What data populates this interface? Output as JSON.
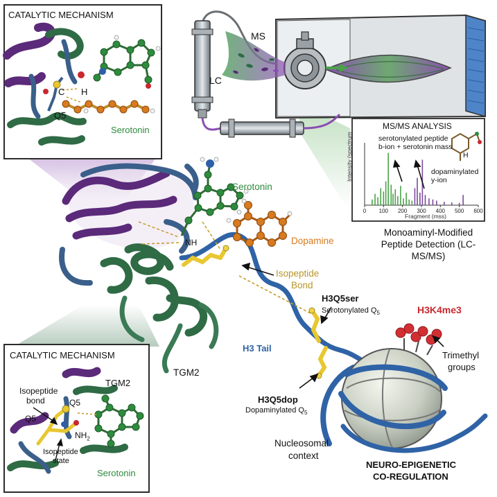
{
  "colors": {
    "protein_purple": "#5b2a7a",
    "protein_green": "#2f6b45",
    "protein_blue": "#3a5f8a",
    "serotonin_green": "#2e8b3e",
    "dopamine_orange": "#d87a1f",
    "tail_blue": "#2f63a6",
    "glutamine_yellow": "#e8c730",
    "h3k4me3_red": "#c8282e",
    "isopeptide_gold": "#b8952a",
    "spectrum_green": "#4aa34a",
    "spectrum_purple": "#7a4a9a",
    "ms_purple": "#8a4fb0"
  },
  "icons": [
    "lc-column-icon",
    "mass-spectrometer-icon",
    "nucleosome-icon",
    "trimethyl-groups-icon"
  ],
  "top_inset": {
    "title": "CATALYTIC MECHANISM",
    "atom_c": "C",
    "atom_h": "H",
    "residue": "Q5",
    "molecule": "Serotonin"
  },
  "instrument": {
    "ms_label": "MS",
    "lc_label": "LC"
  },
  "msms": {
    "title": "MS/MS ANALYSIS",
    "note_serotonylated_line1": "serotonylated peptide",
    "note_serotonylated_line2": "b-ion + serotonin mass",
    "note_dopaminylated_line1": "dopaminylated",
    "note_dopaminylated_line2": "y-ion",
    "struct_h": "H",
    "ylabel": "Intensity (spectrum",
    "xlabel": "Fragment (mss)"
  },
  "detection_caption": {
    "line1": "Monoaminyl-Modified",
    "line2": "Peptide Detection (LC-",
    "line3": "MS/MS)"
  },
  "main": {
    "serotonin": "Serotonin",
    "nh": "NH",
    "dopamine": "Dopamine",
    "isopeptide_line1": "Isopeptide",
    "isopeptide_line2": "Bond",
    "h3q5ser": "H3Q5ser",
    "serotonylated": "Serotonylated Q",
    "serotonylated_sub": "5",
    "h3k4me3": "H3K4me3",
    "trimethyl_line1": "Trimethyl",
    "trimethyl_line2": "groups",
    "h3_tail": "H3 Tail",
    "tgm2": "TGM2",
    "h3q5dop": "H3Q5dop",
    "dopaminylated": "Dopaminylated Q",
    "dopaminylated_sub": "5",
    "nucleosomal_line1": "Nucleosomal",
    "nucleosomal_line2": "context",
    "neuro_line1": "NEURO-EPIGENETIC",
    "neuro_line2": "CO-REGULATION"
  },
  "bottom_inset": {
    "title": "CATALYTIC MECHANISM",
    "isopeptide_bond_line1": "Isopeptide",
    "isopeptide_bond_line2": "bond",
    "tgm2": "TGM2",
    "q5_top": "Q5",
    "q5_left": "Q5",
    "nh2": "NH",
    "nh2_sub": "2",
    "isopeptide_state_line1": "Isopeptide",
    "isopeptide_state_line2": "state",
    "serotonin": "Serotonin"
  },
  "chart_data": {
    "type": "bar",
    "title": "MS/MS ANALYSIS",
    "xlabel": "Fragment (mss)",
    "ylabel": "Intensity (spectrum",
    "xlim": [
      0,
      600
    ],
    "ylim": [
      0,
      100
    ],
    "xticks": [
      "0",
      "100",
      "200",
      "300",
      "400",
      "500",
      "600"
    ],
    "series": [
      {
        "x": [
          40,
          55,
          70,
          85,
          100,
          112,
          125,
          140,
          150,
          162,
          175,
          190,
          205,
          220,
          235,
          250
        ],
        "values": [
          10,
          20,
          14,
          30,
          24,
          42,
          92,
          36,
          20,
          28,
          16,
          34,
          12,
          22,
          10,
          8
        ]
      },
      {
        "x": [
          265,
          278,
          292,
          305,
          320,
          340,
          360,
          380,
          420,
          460,
          500,
          520
        ],
        "values": [
          30,
          48,
          22,
          80,
          18,
          12,
          10,
          8,
          6,
          5,
          4,
          18
        ]
      }
    ]
  }
}
